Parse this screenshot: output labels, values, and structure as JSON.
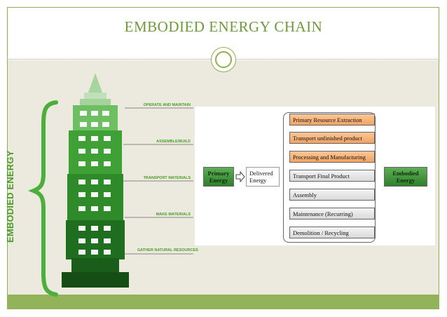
{
  "slide": {
    "title": "EMBODIED ENERGY CHAIN"
  },
  "colors": {
    "accent_green": "#6f9a3a",
    "building_green": "#4a9d2a",
    "dark_green": "#1e5f1e",
    "orange": "#f3a360",
    "footer": "#93b35a"
  },
  "building": {
    "vertical_label": "EMBODIED ENERGY",
    "stages": [
      "OPERATE AND MAINTAIN",
      "ASSEMBLE/BUILD",
      "TRANSPORT MATERIALS",
      "MAKE MATERIALS",
      "GATHER NATURAL RESOURCES"
    ]
  },
  "flow": {
    "primary_energy": "Primary Energy",
    "delivered_energy": "Delivered Energy",
    "embodied_energy": "Embodied Energy",
    "steps": [
      {
        "label": "Primary Resource Extraction",
        "style": "orange"
      },
      {
        "label": "Transport unfinished product",
        "style": "orange"
      },
      {
        "label": "Processing and Manufacturing",
        "style": "orange"
      },
      {
        "label": "Transport Final Product",
        "style": "grey"
      },
      {
        "label": "Assembly",
        "style": "grey"
      },
      {
        "label": "Maintenance (Recurring)",
        "style": "grey"
      },
      {
        "label": "Demolition / Recycling",
        "style": "grey"
      }
    ]
  }
}
